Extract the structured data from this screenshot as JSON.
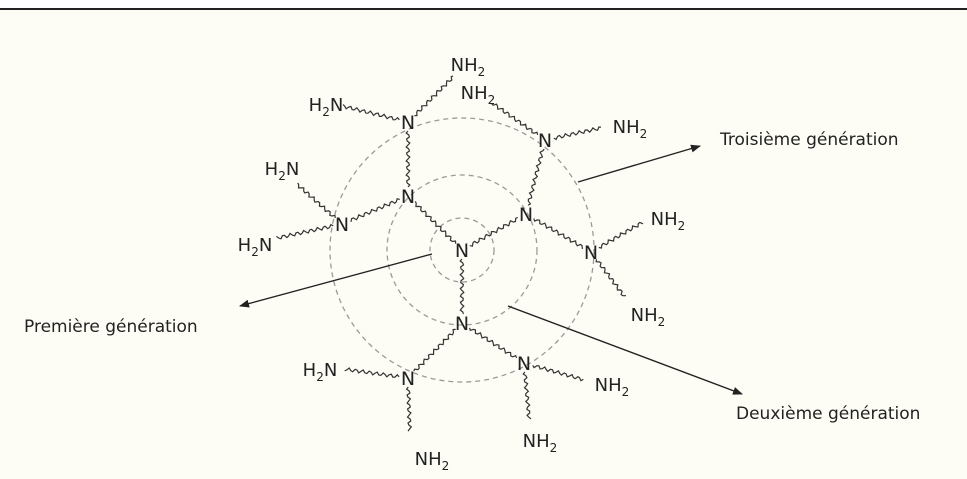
{
  "figure": {
    "labels": {
      "third_generation": "Troisième génération",
      "first_generation": "Première génération",
      "second_generation": "Deuxième génération"
    },
    "atoms": {
      "nitrogen": "N",
      "amine_left": "H",
      "amine_left_tail": "N",
      "amine_right": "NH",
      "subscript": "2"
    },
    "colors": {
      "ink": "#222222",
      "ring": "#9a9a9a",
      "background": "#fdfdf6"
    }
  }
}
